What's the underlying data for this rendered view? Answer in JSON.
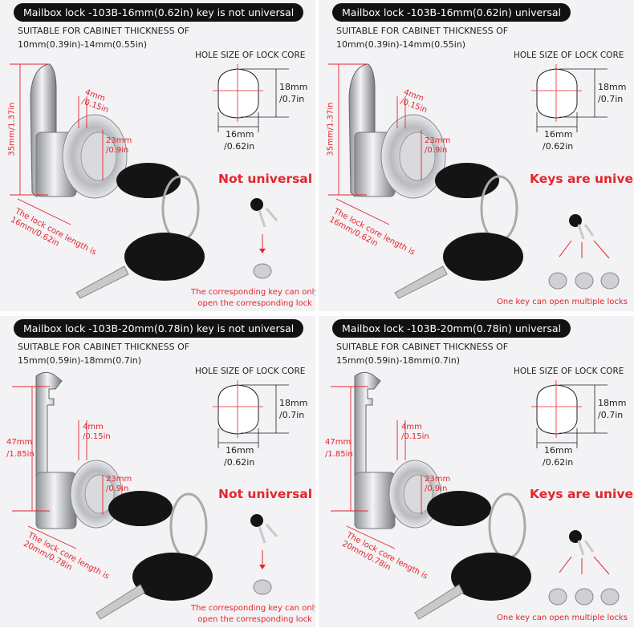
{
  "colors": {
    "accent_red": "#e3262b",
    "pill_bg": "#111111",
    "panel_bg": "#f3f2f5"
  },
  "panels": [
    {
      "title": "Mailbox lock -103B-16mm(0.62in) key is not universal",
      "suitable_line1": "SUITABLE FOR CABINET THICKNESS OF",
      "suitable_line2": "10mm(0.39in)-14mm(0.55in)",
      "hole_label": "HOLE SIZE OF LOCK CORE",
      "hole_height": "18mm",
      "hole_height_in": "/0.7in",
      "hole_width": "16mm",
      "hole_width_in": "/0.62in",
      "height_dim": "35mm/1.37in",
      "cam_dim": "4mm",
      "cam_dim_in": "/0.15in",
      "face_dim": "23mm",
      "face_dim_in": "/0.9in",
      "core_line1": "The lock core length is",
      "core_line2": "16mm/0.62in",
      "headline": "Not universal",
      "caption_line1": "The corresponding key can only",
      "caption_line2": "open the corresponding lock",
      "universal": false,
      "tall": false
    },
    {
      "title": "Mailbox lock -103B-16mm(0.62in) universal",
      "suitable_line1": "SUITABLE FOR CABINET THICKNESS OF",
      "suitable_line2": "10mm(0.39in)-14mm(0.55in)",
      "hole_label": "HOLE SIZE OF LOCK CORE",
      "hole_height": "18mm",
      "hole_height_in": "/0.7in",
      "hole_width": "16mm",
      "hole_width_in": "/0.62in",
      "height_dim": "35mm/1.37in",
      "cam_dim": "4mm",
      "cam_dim_in": "/0.15in",
      "face_dim": "23mm",
      "face_dim_in": "/0.9in",
      "core_line1": "The lock core length is",
      "core_line2": "16mm/0.62in",
      "headline": "Keys are universal",
      "caption_line1": "One key can open multiple locks",
      "caption_line2": "",
      "universal": true,
      "tall": false
    },
    {
      "title": "Mailbox lock -103B-20mm(0.78in) key is not universal",
      "suitable_line1": "SUITABLE FOR CABINET THICKNESS OF",
      "suitable_line2": "15mm(0.59in)-18mm(0.7in)",
      "hole_label": "HOLE SIZE OF LOCK CORE",
      "hole_height": "18mm",
      "hole_height_in": "/0.7in",
      "hole_width": "16mm",
      "hole_width_in": "/0.62in",
      "height_dim": "47mm",
      "height_dim_in": "/1.85in",
      "cam_dim": "4mm",
      "cam_dim_in": "/0.15in",
      "face_dim": "23mm",
      "face_dim_in": "/0.9in",
      "core_line1": "The lock core length is",
      "core_line2": "20mm/0.78in",
      "headline": "Not universal",
      "caption_line1": "The corresponding key can only",
      "caption_line2": "open the corresponding lock",
      "universal": false,
      "tall": true
    },
    {
      "title": "Mailbox lock -103B-20mm(0.78in) universal",
      "suitable_line1": "SUITABLE FOR CABINET THICKNESS OF",
      "suitable_line2": "15mm(0.59in)-18mm(0.7in)",
      "hole_label": "HOLE SIZE OF LOCK CORE",
      "hole_height": "18mm",
      "hole_height_in": "/0.7in",
      "hole_width": "16mm",
      "hole_width_in": "/0.62in",
      "height_dim": "47mm",
      "height_dim_in": "/1.85in",
      "cam_dim": "4mm",
      "cam_dim_in": "/0.15in",
      "face_dim": "23mm",
      "face_dim_in": "/0.9in",
      "core_line1": "The lock core length is",
      "core_line2": "20mm/0.78in",
      "headline": "Keys are universal",
      "caption_line1": "One key can open multiple locks",
      "caption_line2": "",
      "universal": true,
      "tall": true
    }
  ]
}
